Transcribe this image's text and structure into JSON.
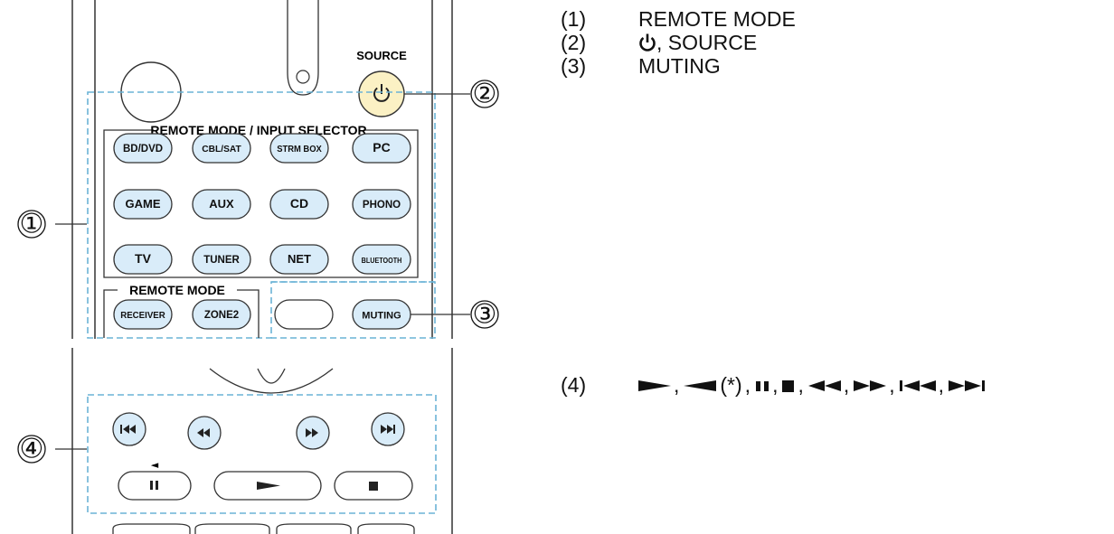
{
  "remote": {
    "source_label": "SOURCE",
    "group_input_label": "REMOTE MODE / INPUT SELECTOR",
    "group_mode_label": "REMOTE MODE",
    "input_buttons": [
      "BD/DVD",
      "CBL/SAT",
      "STRM BOX",
      "PC",
      "GAME",
      "AUX",
      "CD",
      "PHONO",
      "TV",
      "TUNER",
      "NET",
      "BLUETOOTH"
    ],
    "mode_buttons": [
      "RECEIVER",
      "ZONE2"
    ],
    "muting_label": "MUTING",
    "pause_mark": "◄"
  },
  "callouts": [
    "①",
    "②",
    "③",
    "④"
  ],
  "legend": {
    "items": [
      {
        "num": "(1)",
        "text": "REMOTE MODE"
      },
      {
        "num": "(2)",
        "text": ", SOURCE"
      },
      {
        "num": "(3)",
        "text": "MUTING"
      }
    ],
    "item4_num": "(4)",
    "item4_asterisk": "(*)",
    "sep": ","
  },
  "colors": {
    "button_fill": "#d9ecf9",
    "source_fill": "#fbf1c4",
    "dashed_outline": "#6ab3d6",
    "line": "#333333"
  }
}
